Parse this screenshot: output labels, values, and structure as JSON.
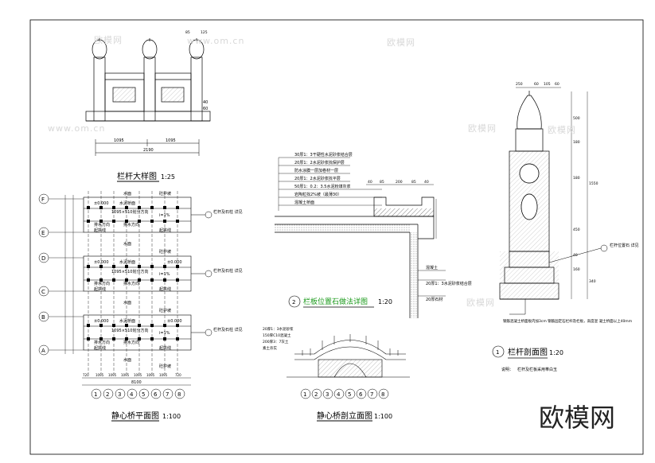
{
  "brand": "欧模网",
  "watermarks": [
    "欧模网",
    "www.om.cn"
  ],
  "drawings": {
    "railing_detail": {
      "title": "栏杆大样图",
      "scale": "1:25",
      "dims": {
        "bottom_left": "1095",
        "bottom_right": "1095",
        "total": "2190",
        "top_a": "85",
        "top_b": "125",
        "h1": "40",
        "h2": "60"
      }
    },
    "bridge_plan": {
      "title": "静心桥平面图",
      "scale": "1:100",
      "axis_rows": [
        "F",
        "E",
        "D",
        "C",
        "B",
        "A"
      ],
      "axis_cols": [
        "1",
        "2",
        "3",
        "4",
        "5",
        "6",
        "7",
        "8"
      ],
      "notes": {
        "water": "水面",
        "concrete_deck": "水泥桥面",
        "elev": "±0.000",
        "steps": "1095×510划分方向",
        "drain": "排水方向",
        "slope": "i=1%",
        "arch_line": "起拱线",
        "rail_ref": "栏杆及石柱\n详见",
        "pier": "砼护坡"
      },
      "dims_bottom": [
        "720",
        "1095",
        "1095",
        "1095",
        "1095",
        "1095",
        "1095",
        "720"
      ],
      "total_width": "8100"
    },
    "rail_stone_detail": {
      "title": "栏板位置石做法详图",
      "scale": "1:20",
      "number": "2",
      "layers": [
        "30厚1：3干硬性水泥砂浆结合层",
        "20厚1：2水泥砂浆找保护层",
        "防水涂膜一层加卷材一层",
        "20厚1：2水泥砂浆找平层",
        "50厚1：0.2：3.5水泥粉煤灰浆",
        "岩陶粒找2%坡（最薄30）",
        "混凝土桥面"
      ],
      "dims": [
        "40",
        "85",
        "200",
        "85",
        "40"
      ],
      "side_notes": [
        "混凝土",
        "20厚1：3水泥砂浆结合层",
        "20厚石材"
      ]
    },
    "bridge_elevation": {
      "title": "静心桥剖立面图",
      "scale": "1:100",
      "layers": [
        "20厚1：3水泥砂浆",
        "150厚C10混凝土",
        "200厚3：7灰土",
        "素土夯实"
      ],
      "axis_cols": [
        "1",
        "2",
        "3",
        "4",
        "5",
        "6",
        "7",
        "8"
      ]
    },
    "railing_section": {
      "title": "栏杆剖面图",
      "scale": "1:20",
      "number": "1",
      "dims_top": [
        "250",
        "60",
        "105",
        "60"
      ],
      "dims_right": [
        "500",
        "180",
        "180",
        "1550",
        "450",
        "40",
        "160",
        "340"
      ],
      "notes": {
        "rail_ref": "栏杆位置石\n详见",
        "rebar": "钢筋混凝土桥面板内加3cm\n钢筋固定石栏杆及栏板，高度混\n凝土桥面以上40mm"
      },
      "caption_label": "说明：",
      "caption": "栏杆及栏板采用帯白玉"
    }
  }
}
